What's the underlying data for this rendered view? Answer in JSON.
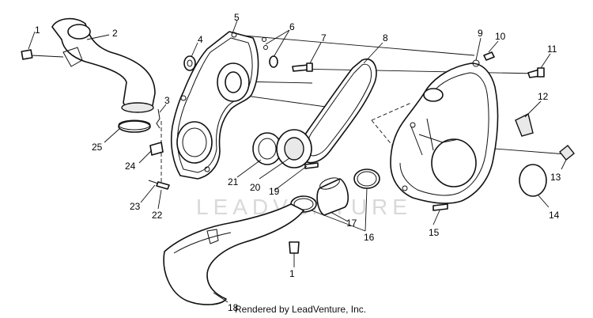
{
  "watermark": "LEADVENTURE",
  "credit": "Rendered by LeadVenture, Inc.",
  "callouts": {
    "c1a": "1",
    "c2": "2",
    "c3": "3",
    "c4": "4",
    "c5": "5",
    "c6": "6",
    "c7": "7",
    "c8": "8",
    "c9": "9",
    "c10": "10",
    "c11": "11",
    "c12": "12",
    "c13": "13",
    "c14": "14",
    "c15": "15",
    "c16": "16",
    "c17": "17",
    "c18": "18",
    "c19": "19",
    "c20": "20",
    "c21": "21",
    "c22": "22",
    "c23": "23",
    "c24": "24",
    "c25": "25",
    "c1b": "1"
  }
}
